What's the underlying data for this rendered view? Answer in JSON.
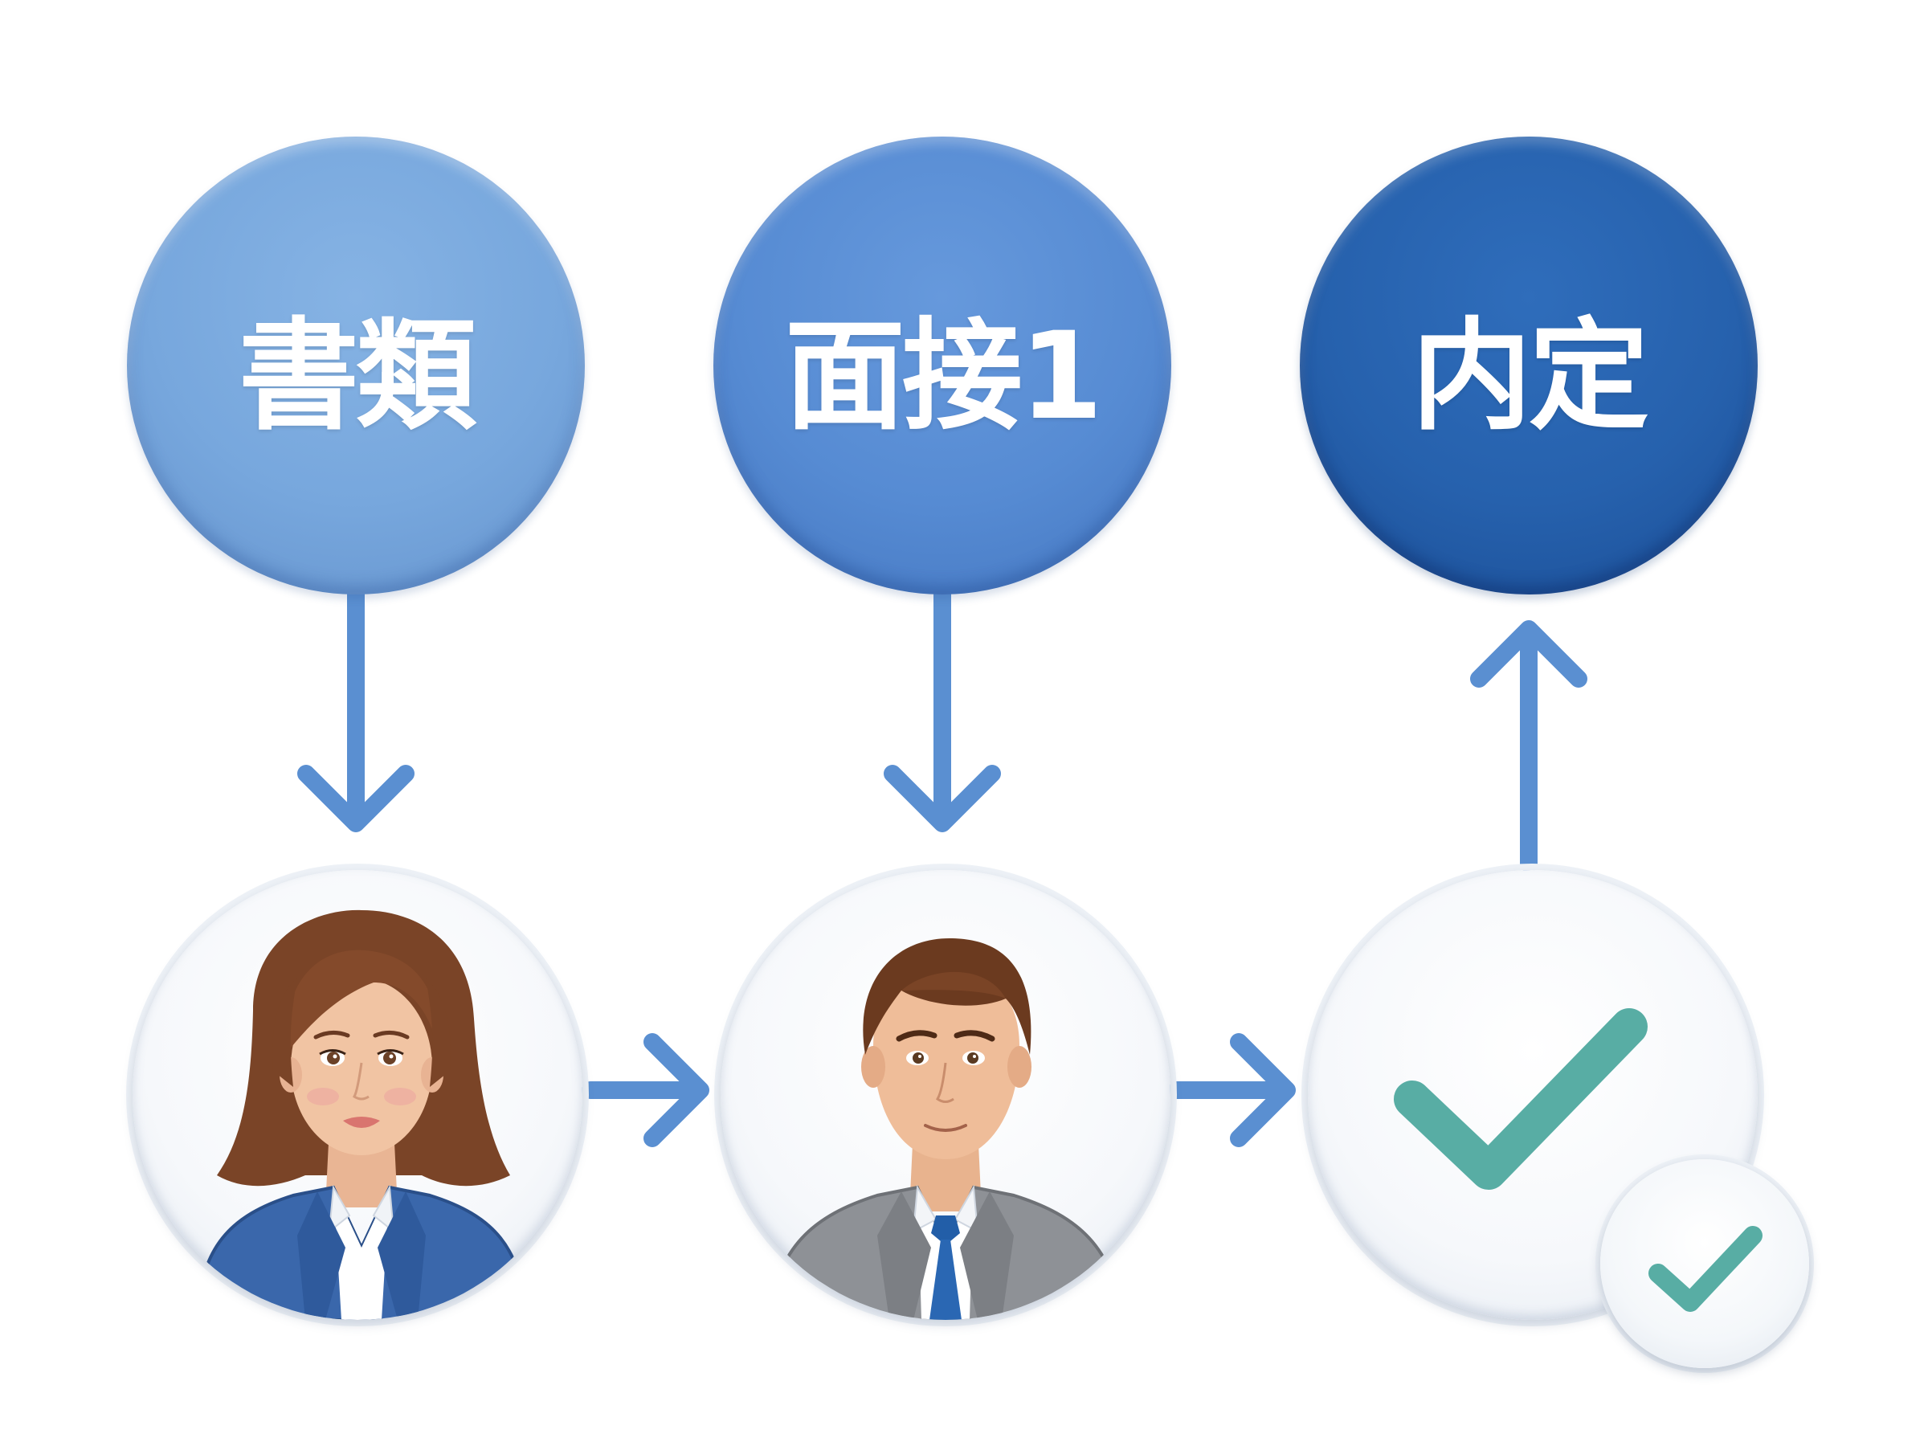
{
  "stages": {
    "documents": "書類",
    "interview": "面接1",
    "offer": "内定"
  },
  "colors": {
    "arrow": "#5a8fd1",
    "check": "#58ada4",
    "stage_light": "#77a7dd",
    "stage_mid": "#568bd3",
    "stage_dark": "#2661ad"
  },
  "icons": [
    "female-candidate-icon",
    "male-candidate-icon",
    "checkmark-icon",
    "small-checkmark-icon",
    "arrow-down-icon",
    "arrow-right-icon",
    "arrow-up-icon"
  ]
}
